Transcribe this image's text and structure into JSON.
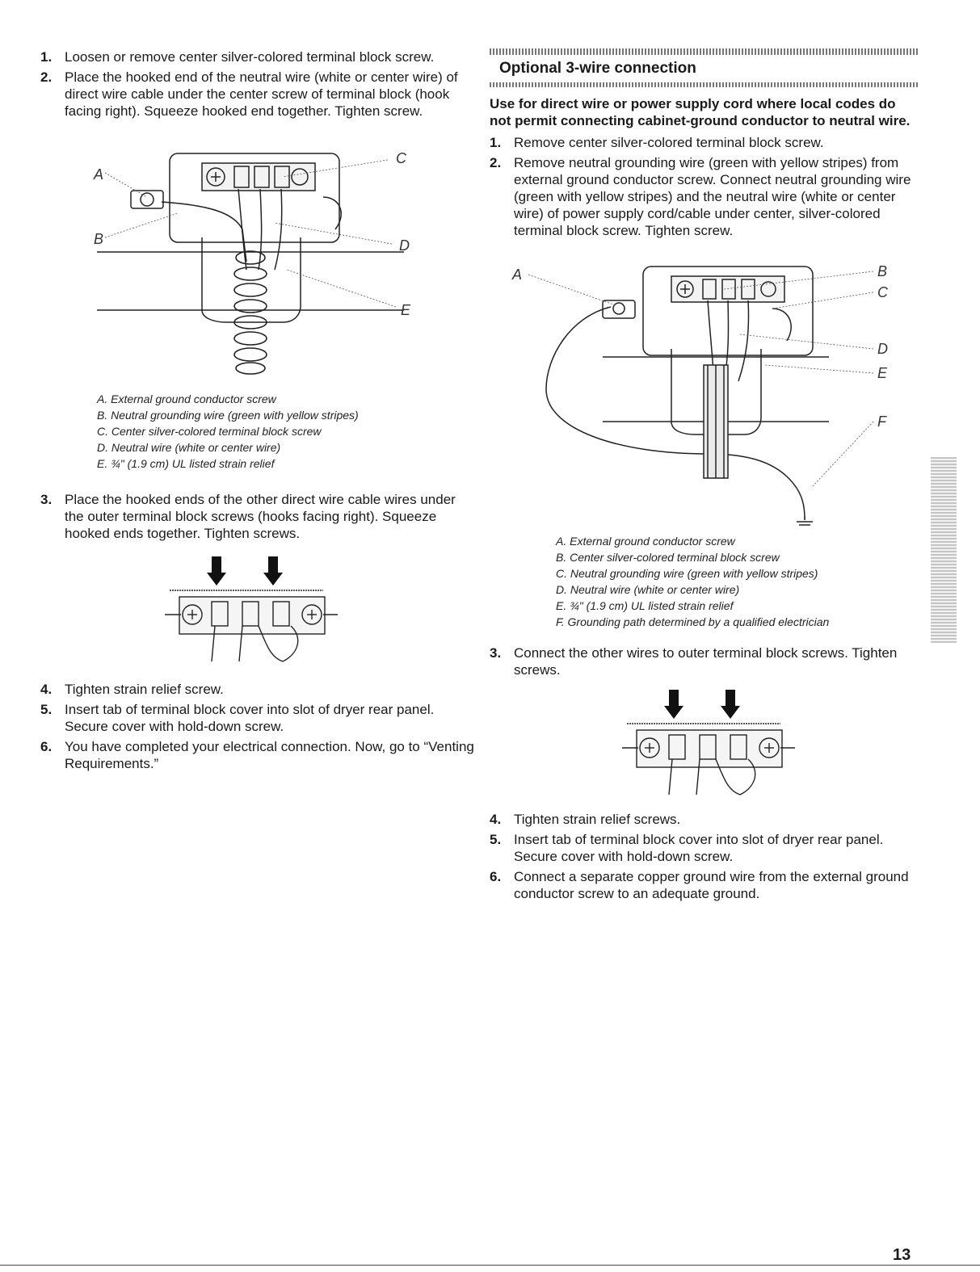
{
  "left": {
    "steps_a": [
      {
        "num": "1.",
        "text": "Loosen or remove center silver-colored terminal block screw."
      },
      {
        "num": "2.",
        "text": "Place the hooked end of the neutral wire (white or center wire) of direct wire cable under the center screw of terminal block (hook facing right). Squeeze hooked end together. Tighten screw."
      }
    ],
    "figure1": {
      "labels": [
        "A",
        "B",
        "C",
        "D",
        "E"
      ],
      "captions": [
        "A. External ground conductor screw",
        "B. Neutral grounding wire (green with yellow stripes)",
        "C. Center silver-colored terminal block screw",
        "D. Neutral wire (white or center wire)",
        "E. ¾\" (1.9 cm) UL listed strain relief"
      ]
    },
    "steps_b": [
      {
        "num": "3.",
        "text": "Place the hooked ends of the other direct wire cable wires under the outer terminal block screws (hooks facing right). Squeeze hooked ends together. Tighten screws."
      }
    ],
    "steps_c": [
      {
        "num": "4.",
        "text": "Tighten strain relief screw."
      },
      {
        "num": "5.",
        "text": "Insert tab of terminal block cover into slot of dryer rear panel. Secure cover with hold-down screw."
      },
      {
        "num": "6.",
        "text": "You have completed your electrical connection. Now, go to “Venting Requirements.”"
      }
    ]
  },
  "right": {
    "heading": "Optional 3-wire connection",
    "intro": "Use for direct wire or power supply cord where local codes do not permit connecting cabinet-ground conductor to neutral wire.",
    "steps_a": [
      {
        "num": "1.",
        "text": "Remove center silver-colored terminal block screw."
      },
      {
        "num": "2.",
        "text": "Remove neutral grounding wire (green with yellow stripes) from external ground conductor screw. Connect neutral grounding wire (green with yellow stripes) and the neutral wire (white or center wire) of power supply cord/cable under center, silver-colored terminal block screw. Tighten screw."
      }
    ],
    "figure2": {
      "labels": [
        "A",
        "B",
        "C",
        "D",
        "E",
        "F"
      ],
      "captions": [
        "A. External ground conductor screw",
        "B. Center silver-colored terminal block screw",
        "C. Neutral grounding wire (green with yellow stripes)",
        "D. Neutral wire (white or center wire)",
        "E. ¾\" (1.9 cm) UL listed strain relief",
        "F. Grounding path determined by a qualified electrician"
      ]
    },
    "steps_b": [
      {
        "num": "3.",
        "text": "Connect the other wires to outer terminal block screws. Tighten screws."
      }
    ],
    "steps_c": [
      {
        "num": "4.",
        "text": "Tighten strain relief screws."
      },
      {
        "num": "5.",
        "text": "Insert tab of terminal block cover into slot of dryer rear panel. Secure cover with hold-down screw."
      },
      {
        "num": "6.",
        "text": "Connect a separate copper ground wire from the external ground conductor screw to an adequate ground."
      }
    ]
  },
  "page_number": "13",
  "side_tab_icon": "language-tab-icon"
}
